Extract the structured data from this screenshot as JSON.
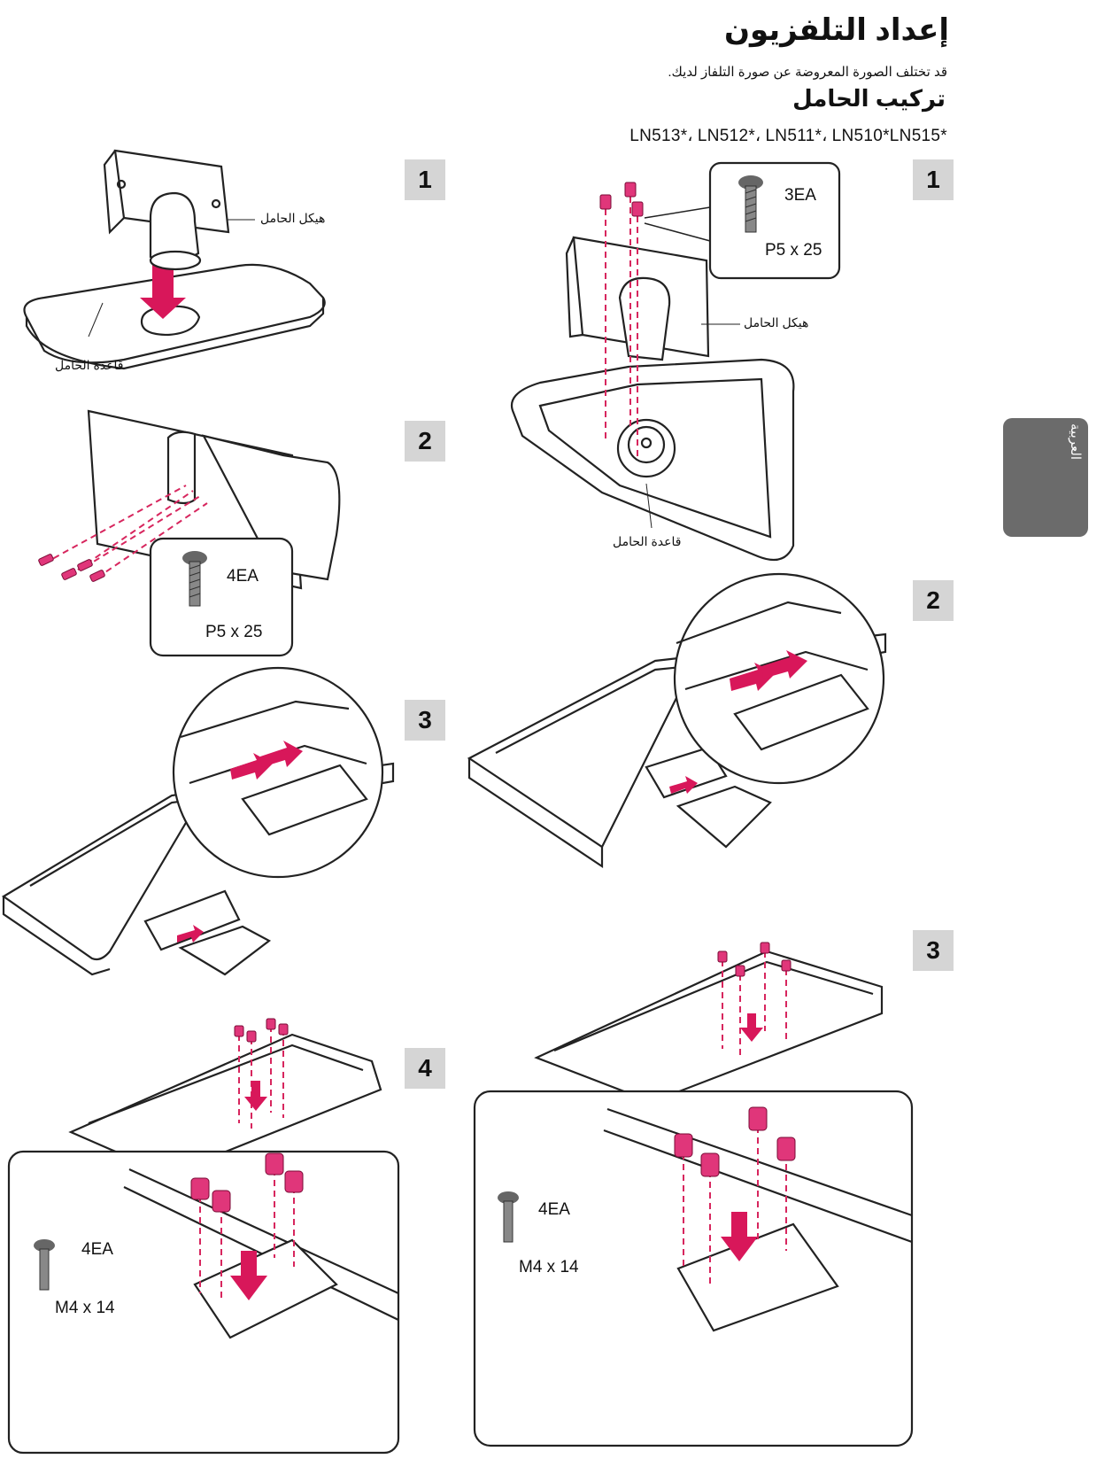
{
  "page": {
    "title": "إعداد التلفزيون",
    "subtitle": "قد تختلف الصورة المعروضة عن صورة التلفاز لديك.",
    "section_title": "تركيب الحامل",
    "models": "LN513*، LN512*، LN511*، LN510*LN515*",
    "language_tab": "العربية"
  },
  "left_column": {
    "steps": [
      "1",
      "2",
      "3",
      "4"
    ],
    "labels": {
      "stand_body": "هيكل الحامل",
      "stand_base": "قاعدة الحامل"
    },
    "screw_step2": {
      "count": "4EA",
      "size": "P5 x 25"
    },
    "screw_step4": {
      "count": "4EA",
      "size": "M4 x 14"
    }
  },
  "right_column": {
    "steps": [
      "1",
      "2",
      "3"
    ],
    "labels": {
      "stand_body": "هيكل الحامل",
      "stand_base": "قاعدة الحامل"
    },
    "screw_step1": {
      "count": "3EA",
      "size": "P5 x 25"
    },
    "screw_step3": {
      "count": "4EA",
      "size": "M4 x 14"
    }
  },
  "colors": {
    "screw": "#e0367a",
    "step_box": "#d5d5d5",
    "tab": "#6b6b6b"
  }
}
